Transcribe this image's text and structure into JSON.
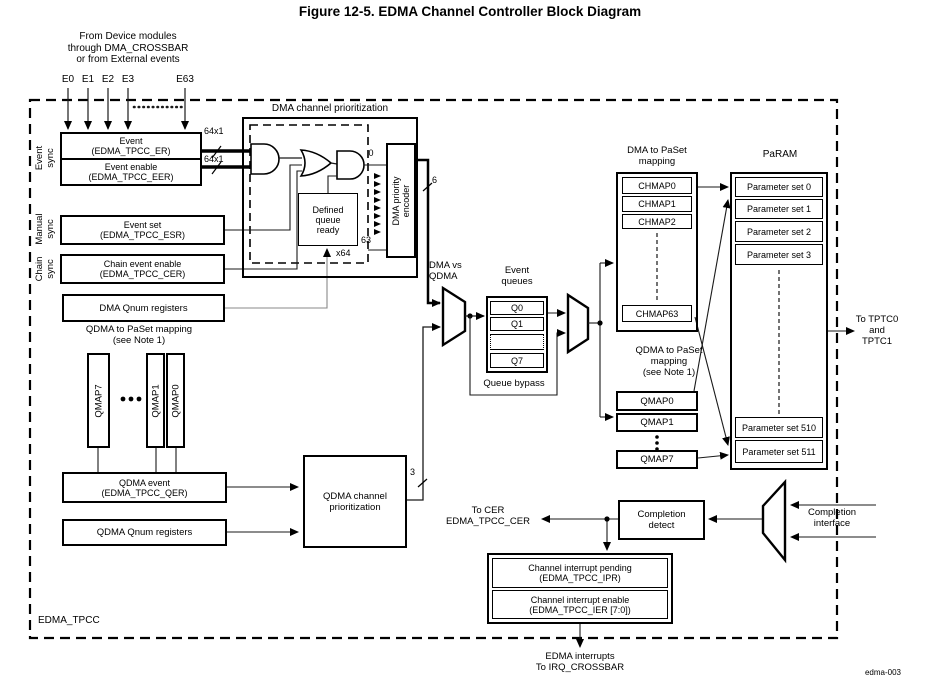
{
  "title": "Figure 12-5. EDMA Channel Controller Block Diagram",
  "footer_code": "edma-003",
  "boundary_label": "EDMA_TPCC",
  "inputs": {
    "caption": [
      "From Device modules",
      "through DMA_CROSSBAR",
      "or from External events"
    ],
    "events": [
      "E0",
      "E1",
      "E2",
      "E3",
      "E63"
    ]
  },
  "sync": {
    "event": [
      "Event",
      "sync"
    ],
    "manual": [
      "Manual",
      "sync"
    ],
    "chain": [
      "Chain",
      "sync"
    ]
  },
  "registers": {
    "event": [
      "Event",
      "(EDMA_TPCC_ER)"
    ],
    "event_enable": [
      "Event enable",
      "(EDMA_TPCC_EER)"
    ],
    "event_set": [
      "Event set",
      "(EDMA_TPCC_ESR)"
    ],
    "chain_event_enable": [
      "Chain event enable",
      "(EDMA_TPCC_CER)"
    ],
    "dma_qnum": "DMA Qnum registers",
    "qdma_event": [
      "QDMA event",
      "(EDMA_TPCC_QER)"
    ],
    "qdma_qnum": "QDMA Qnum registers"
  },
  "bus_labels": {
    "bus64_a": "64x1",
    "bus64_b": "64x1",
    "x64": "x64",
    "enc_first": "0",
    "enc_last": "63",
    "width6": "6",
    "width3": "3"
  },
  "prioritization": {
    "dma_title": "DMA channel prioritization",
    "defined_queue_ready": [
      "Defined",
      "queue",
      "ready"
    ],
    "encoder": [
      "DMA priority",
      "encoder"
    ],
    "qdma_box": [
      "QDMA channel",
      "prioritization"
    ]
  },
  "qdma_paset_left": {
    "note": [
      "QDMA to PaSet mapping",
      "(see Note 1)"
    ],
    "qmaps": [
      "QMAP7",
      "QMAP1",
      "QMAP0"
    ]
  },
  "mux": {
    "dma_vs_qdma": [
      "DMA vs",
      "QDMA"
    ]
  },
  "queues": {
    "title": [
      "Event",
      "queues"
    ],
    "items": [
      "Q0",
      "Q1",
      "Q7"
    ],
    "bypass": "Queue bypass"
  },
  "chmap": {
    "title": [
      "DMA to PaSet",
      "mapping"
    ],
    "items": [
      "CHMAP0",
      "CHMAP1",
      "CHMAP2",
      "CHMAP63"
    ]
  },
  "qmap_right": {
    "note": [
      "QDMA to PaSet",
      "mapping",
      "(see Note 1)"
    ],
    "items": [
      "QMAP0",
      "QMAP1",
      "QMAP7"
    ]
  },
  "param": {
    "title": "PaRAM",
    "sets": [
      "Parameter set 0",
      "Parameter set 1",
      "Parameter set 2",
      "Parameter set 3",
      "Parameter set 510",
      "Parameter set 511"
    ]
  },
  "outputs": {
    "tptc": [
      "To TPTC0",
      "and",
      "TPTC1"
    ],
    "cer": [
      "To CER",
      "EDMA_TPCC_CER"
    ],
    "interrupts": [
      "EDMA interrupts",
      "To IRQ_CROSSBAR"
    ]
  },
  "completion": {
    "detect": [
      "Completion",
      "detect"
    ],
    "interface": [
      "Completion",
      "interface"
    ]
  },
  "interrupts": {
    "pending": [
      "Channel interrupt pending",
      "(EDMA_TPCC_IPR)"
    ],
    "enable": [
      "Channel interrupt enable",
      "(EDMA_TPCC_IER [7:0])"
    ]
  }
}
